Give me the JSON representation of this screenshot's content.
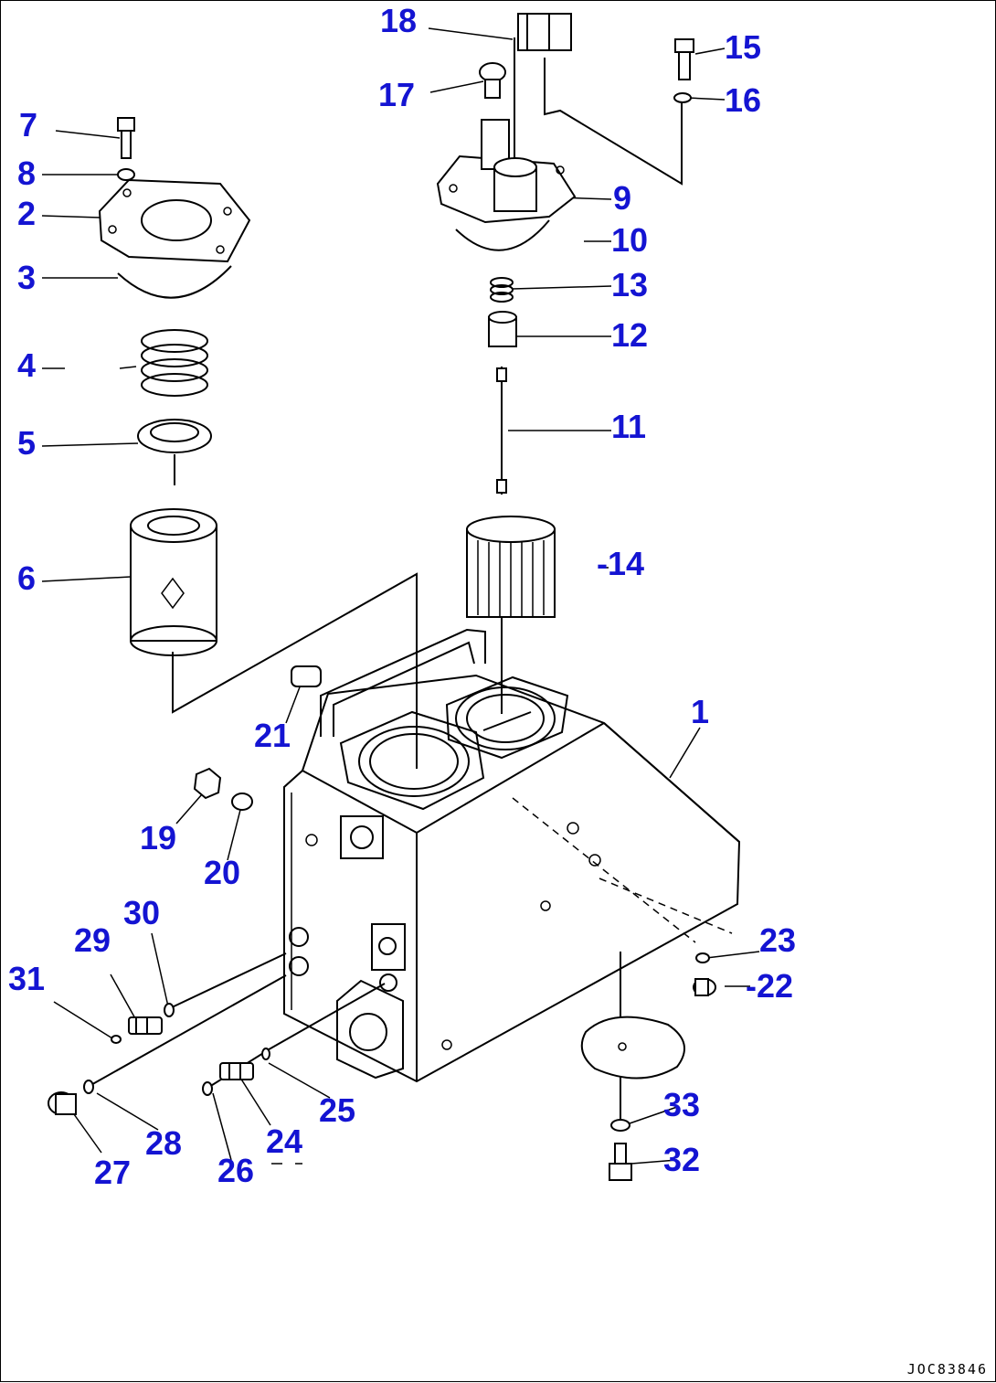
{
  "colors": {
    "callout": "#1414d2",
    "line": "#000000",
    "background": "#ffffff"
  },
  "callouts": [
    {
      "id": "18",
      "text": "18"
    },
    {
      "id": "17",
      "text": "17"
    },
    {
      "id": "15",
      "text": "15"
    },
    {
      "id": "16",
      "text": "16"
    },
    {
      "id": "7",
      "text": "7"
    },
    {
      "id": "8",
      "text": "8"
    },
    {
      "id": "2",
      "text": "2"
    },
    {
      "id": "3",
      "text": "3"
    },
    {
      "id": "4",
      "text": "4"
    },
    {
      "id": "5",
      "text": "5"
    },
    {
      "id": "6",
      "text": "6"
    },
    {
      "id": "9",
      "text": "9"
    },
    {
      "id": "10",
      "text": "10"
    },
    {
      "id": "13",
      "text": "13"
    },
    {
      "id": "12",
      "text": "12"
    },
    {
      "id": "11",
      "text": "11"
    },
    {
      "id": "14",
      "text": "-14"
    },
    {
      "id": "1",
      "text": "1"
    },
    {
      "id": "21",
      "text": "21"
    },
    {
      "id": "19",
      "text": "19"
    },
    {
      "id": "20",
      "text": "20"
    },
    {
      "id": "30",
      "text": "30"
    },
    {
      "id": "29",
      "text": "29"
    },
    {
      "id": "31",
      "text": "31"
    },
    {
      "id": "23",
      "text": "23"
    },
    {
      "id": "22",
      "text": "-22"
    },
    {
      "id": "33",
      "text": "33"
    },
    {
      "id": "32",
      "text": "32"
    },
    {
      "id": "25",
      "text": "25"
    },
    {
      "id": "24",
      "text": "24"
    },
    {
      "id": "26",
      "text": "26"
    },
    {
      "id": "28",
      "text": "28"
    },
    {
      "id": "27",
      "text": "27"
    }
  ],
  "drawing_code": "JOC83846"
}
